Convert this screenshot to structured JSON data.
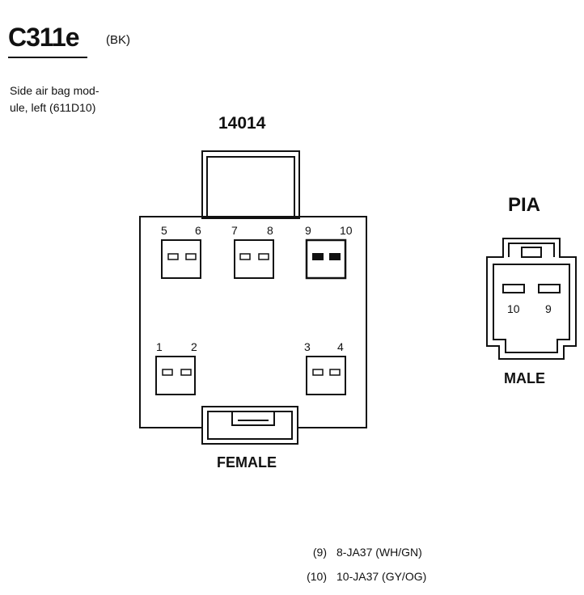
{
  "connector": {
    "id": "C311e",
    "color_code": "(BK)",
    "description_line1": "Side air bag mod-",
    "description_line2": "ule, left (611D10)"
  },
  "female": {
    "part_number": "14014",
    "label": "FEMALE",
    "pins": {
      "p1": "1",
      "p2": "2",
      "p3": "3",
      "p4": "4",
      "p5": "5",
      "p6": "6",
      "p7": "7",
      "p8": "8",
      "p9": "9",
      "p10": "10"
    }
  },
  "male": {
    "title": "PIA",
    "label": "MALE",
    "pins": {
      "p10": "10",
      "p9": "9"
    }
  },
  "wires": [
    {
      "cavity": "(9)",
      "circuit": "8-JA37 (WH/GN)"
    },
    {
      "cavity": "(10)",
      "circuit": "10-JA37 (GY/OG)"
    }
  ]
}
